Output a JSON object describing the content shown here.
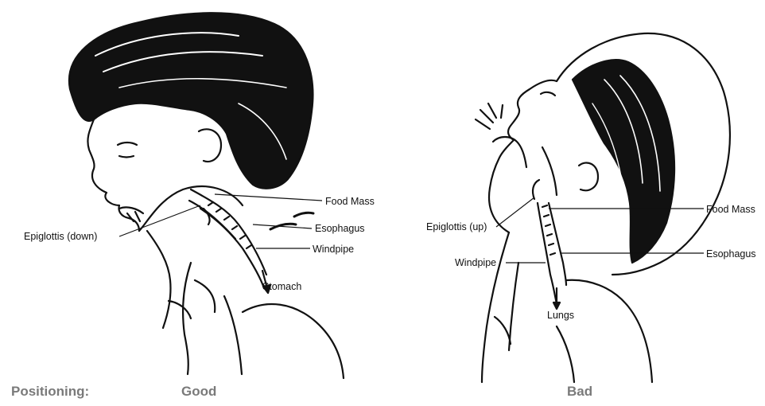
{
  "good_panel": {
    "labels": {
      "food_mass": "Food Mass",
      "esophagus": "Esophagus",
      "windpipe": "Windpipe",
      "stomach": "Stomach",
      "epiglottis": "Epiglottis (down)"
    }
  },
  "bad_panel": {
    "labels": {
      "food_mass": "Food Mass",
      "esophagus": "Esophagus",
      "windpipe": "Windpipe",
      "lungs": "Lungs",
      "epiglottis": "Epiglottis (up)"
    }
  },
  "captions": {
    "row_label": "Positioning:",
    "good": "Good",
    "bad": "Bad"
  }
}
